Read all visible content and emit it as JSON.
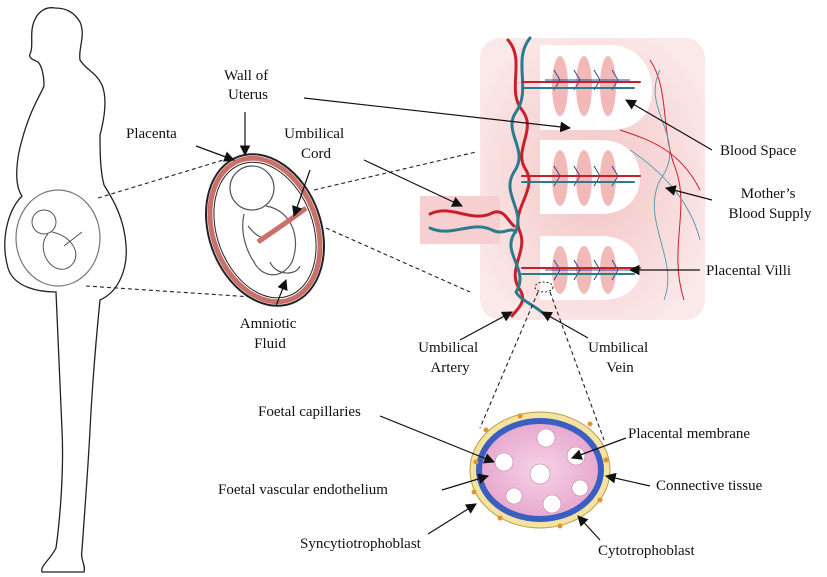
{
  "labels": {
    "wall_of_uterus": [
      "Wall of",
      "Uterus"
    ],
    "placenta": "Placenta",
    "umbilical_cord": [
      "Umbilical",
      "Cord"
    ],
    "amniotic_fluid": [
      "Amniotic",
      "Fluid"
    ],
    "blood_space": "Blood Space",
    "mothers_blood_supply": [
      "Mother’s",
      "Blood Supply"
    ],
    "placental_villi": "Placental Villi",
    "umbilical_artery": [
      "Umbilical",
      "Artery"
    ],
    "umbilical_vein": [
      "Umbilical",
      "Vein"
    ],
    "foetal_capillaries": "Foetal capillaries",
    "placental_membrane": "Placental membrane",
    "foetal_vascular_endothelium": "Foetal vascular endothelium",
    "connective_tissue": "Connective tissue",
    "syncytiotrophoblast": "Syncytiotrophoblast",
    "cytotrophoblast": "Cytotrophoblast"
  },
  "colors": {
    "uterus_wall": "#c9706a",
    "artery": "#c8202a",
    "vein": "#2b7a8e",
    "placenta_bg": "#f6d6d6",
    "membrane_fill": "#f0c8e0",
    "endothelium": "#3a5fc0",
    "syncytio": "#f3e2a0"
  }
}
